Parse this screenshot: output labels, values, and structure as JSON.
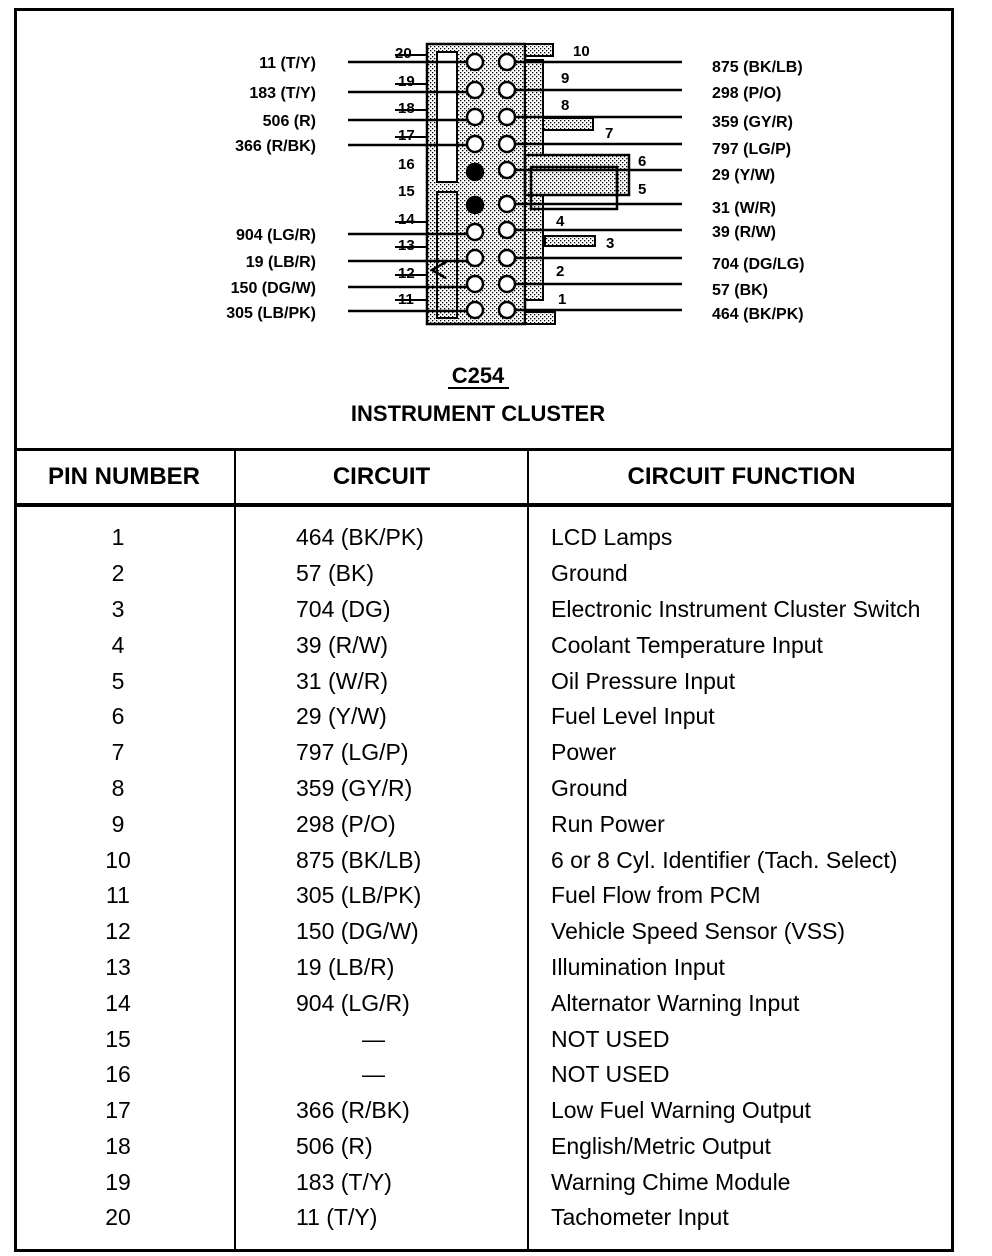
{
  "connector": {
    "id": "C254",
    "name": "INSTRUMENT CLUSTER"
  },
  "table": {
    "headers": [
      "PIN NUMBER",
      "CIRCUIT",
      "CIRCUIT FUNCTION"
    ],
    "rows": [
      {
        "pin": "1",
        "circuit": "464 (BK/PK)",
        "function": "LCD Lamps"
      },
      {
        "pin": "2",
        "circuit": "57 (BK)",
        "function": "Ground"
      },
      {
        "pin": "3",
        "circuit": "704 (DG)",
        "function": "Electronic Instrument Cluster Switch"
      },
      {
        "pin": "4",
        "circuit": "39 (R/W)",
        "function": "Coolant Temperature Input"
      },
      {
        "pin": "5",
        "circuit": "31 (W/R)",
        "function": "Oil Pressure Input"
      },
      {
        "pin": "6",
        "circuit": "29 (Y/W)",
        "function": "Fuel Level Input"
      },
      {
        "pin": "7",
        "circuit": "797 (LG/P)",
        "function": "Power"
      },
      {
        "pin": "8",
        "circuit": "359 (GY/R)",
        "function": "Ground"
      },
      {
        "pin": "9",
        "circuit": "298 (P/O)",
        "function": "Run Power"
      },
      {
        "pin": "10",
        "circuit": "875 (BK/LB)",
        "function": "6 or 8 Cyl. Identifier (Tach. Select)"
      },
      {
        "pin": "11",
        "circuit": "305 (LB/PK)",
        "function": "Fuel Flow from PCM"
      },
      {
        "pin": "12",
        "circuit": "150 (DG/W)",
        "function": "Vehicle Speed Sensor (VSS)"
      },
      {
        "pin": "13",
        "circuit": "19 (LB/R)",
        "function": "Illumination Input"
      },
      {
        "pin": "14",
        "circuit": "904 (LG/R)",
        "function": "Alternator Warning Input"
      },
      {
        "pin": "15",
        "circuit": "—",
        "function": "NOT USED"
      },
      {
        "pin": "16",
        "circuit": "—",
        "function": "NOT USED"
      },
      {
        "pin": "17",
        "circuit": "366 (R/BK)",
        "function": "Low Fuel Warning Output"
      },
      {
        "pin": "18",
        "circuit": "506 (R)",
        "function": "English/Metric Output"
      },
      {
        "pin": "19",
        "circuit": "183 (T/Y)",
        "function": "Warning Chime Module"
      },
      {
        "pin": "20",
        "circuit": "11 (T/Y)",
        "function": "Tachometer Input"
      }
    ]
  },
  "diagram": {
    "left_pins": [
      {
        "pin": "20",
        "label": "11 (T/Y)",
        "filled": false
      },
      {
        "pin": "19",
        "label": "183 (T/Y)",
        "filled": false
      },
      {
        "pin": "18",
        "label": "506 (R)",
        "filled": false
      },
      {
        "pin": "17",
        "label": "366 (R/BK)",
        "filled": false
      },
      {
        "pin": "16",
        "label": "",
        "filled": true
      },
      {
        "pin": "15",
        "label": "",
        "filled": true
      },
      {
        "pin": "14",
        "label": "",
        "filled": false
      },
      {
        "pin": "13",
        "label": "904 (LG/R)",
        "filled": false
      },
      {
        "pin": "12",
        "label": "19 (LB/R)",
        "filled": false
      },
      {
        "pin": "11",
        "label": "150 (DG/W)",
        "filled": false
      },
      {
        "pin": "",
        "label": "305 (LB/PK)",
        "filled": false
      }
    ],
    "right_pins": [
      {
        "pin": "10",
        "label": "875 (BK/LB)"
      },
      {
        "pin": "9",
        "label": "298 (P/O)"
      },
      {
        "pin": "8",
        "label": "359 (GY/R)"
      },
      {
        "pin": "7",
        "label": "797 (LG/P)"
      },
      {
        "pin": "6",
        "label": "29 (Y/W)"
      },
      {
        "pin": "5",
        "label": "31 (W/R)"
      },
      {
        "pin": "4",
        "label": "39 (R/W)"
      },
      {
        "pin": "3",
        "label": "704 (DG/LG)"
      },
      {
        "pin": "2",
        "label": "57 (BK)"
      },
      {
        "pin": "1",
        "label": "464 (BK/PK)"
      }
    ]
  }
}
